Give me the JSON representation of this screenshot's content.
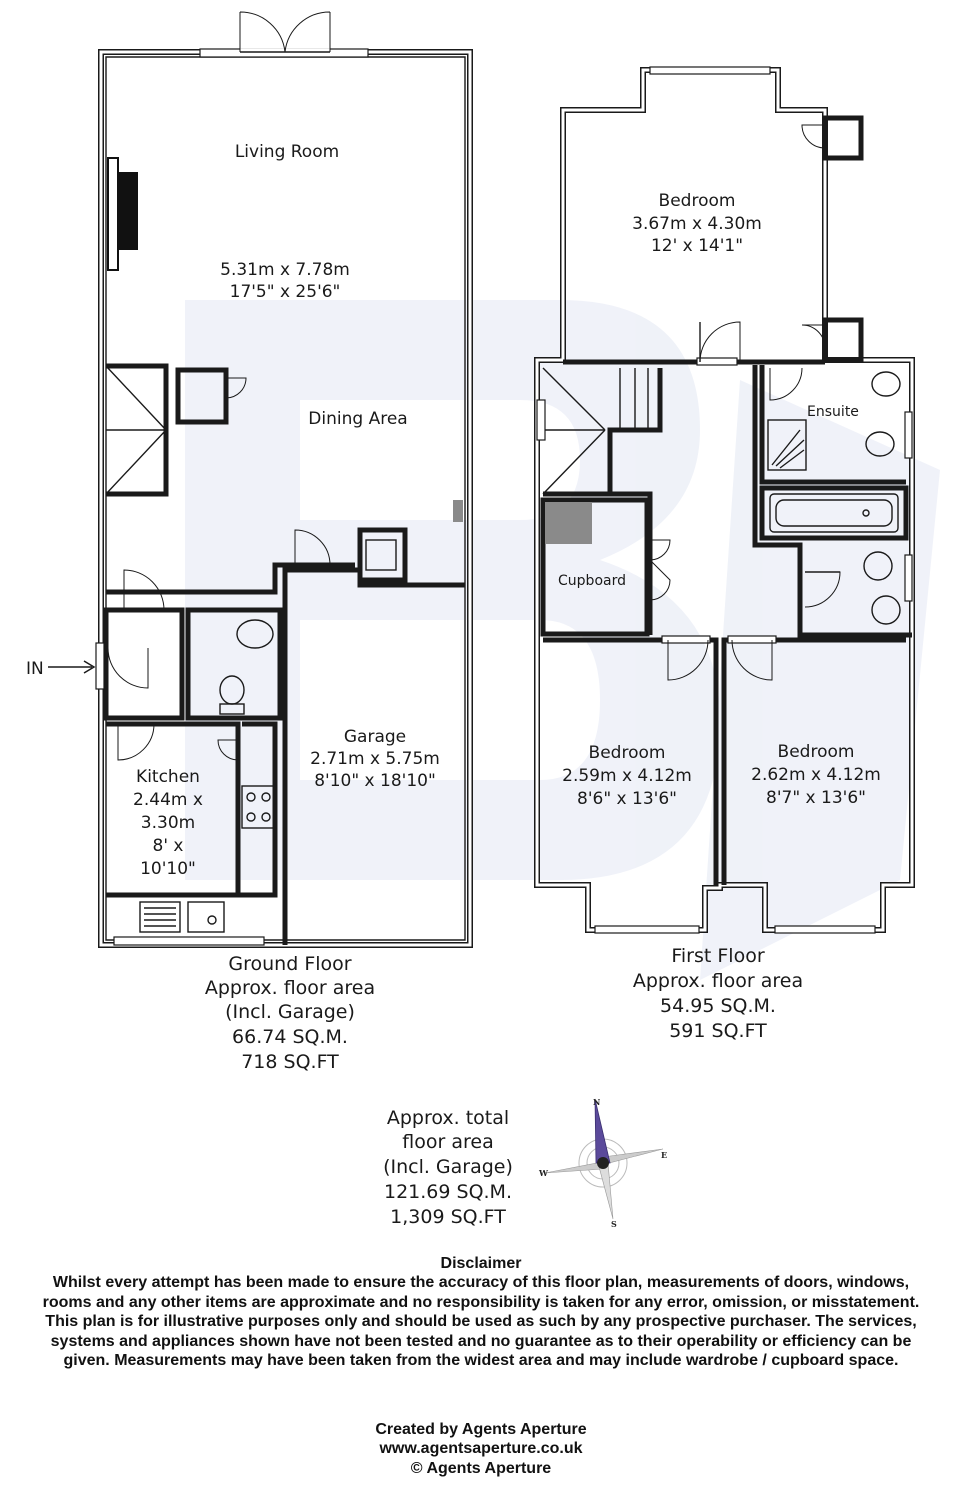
{
  "ground_floor": {
    "rooms": {
      "living_room": {
        "name": "Living Room",
        "dims_m": "5.31m x 7.78m",
        "dims_ft": "17'5\" x 25'6\""
      },
      "dining_area": {
        "name": "Dining Area"
      },
      "garage": {
        "name": "Garage",
        "dims_m": "2.71m x 5.75m",
        "dims_ft": "8'10\" x 18'10\""
      },
      "kitchen": {
        "name": "Kitchen",
        "line1": "2.44m x",
        "line2": "3.30m",
        "line3": "8' x",
        "line4": "10'10\""
      }
    },
    "entrance_label": "IN",
    "summary": [
      "Ground Floor",
      "Approx. floor area",
      "(Incl. Garage)",
      "66.74 SQ.M.",
      "718 SQ.FT"
    ]
  },
  "first_floor": {
    "rooms": {
      "bedroom_rear": {
        "name": "Bedroom",
        "dims_m": "3.67m x 4.30m",
        "dims_ft": "12' x 14'1\""
      },
      "ensuite": {
        "name": "Ensuite"
      },
      "cupboard": {
        "name": "Cupboard"
      },
      "bedroom_left": {
        "name": "Bedroom",
        "dims_m": "2.59m x 4.12m",
        "dims_ft": "8'6\" x 13'6\""
      },
      "bedroom_right": {
        "name": "Bedroom",
        "dims_m": "2.62m x 4.12m",
        "dims_ft": "8'7\" x 13'6\""
      }
    },
    "summary": [
      "First Floor",
      "Approx. floor area",
      "54.95 SQ.M.",
      "591 SQ.FT"
    ]
  },
  "total": [
    "Approx. total",
    "floor area",
    "(Incl. Garage)",
    "121.69 SQ.M.",
    "1,309 SQ.FT"
  ],
  "compass": {
    "n": "N",
    "e": "E",
    "s": "S",
    "w": "W",
    "needle_color": "#5b4a9b"
  },
  "disclaimer": {
    "title": "Disclaimer",
    "body": "Whilst every attempt has been made to ensure the accuracy of this floor plan, measurements of doors, windows, rooms and any other items are approximate and no responsibility is taken for any error, omission, or misstatement. This plan is for illustrative purposes only and should be used as such by any prospective purchaser. The services, systems and appliances shown have not been tested and no guarantee as to their operability or efficiency can be given. Measurements may have been taken from the widest area and may include wardrobe / cupboard space."
  },
  "credits": [
    "Created by Agents Aperture",
    "www.agentsaperture.co.uk",
    "© Agents Aperture"
  ],
  "colors": {
    "wall": "#1a1a1a",
    "fireplace": "#111111",
    "cupboard_fill": "#8a8a8a",
    "watermark": "#e8ecf4"
  }
}
